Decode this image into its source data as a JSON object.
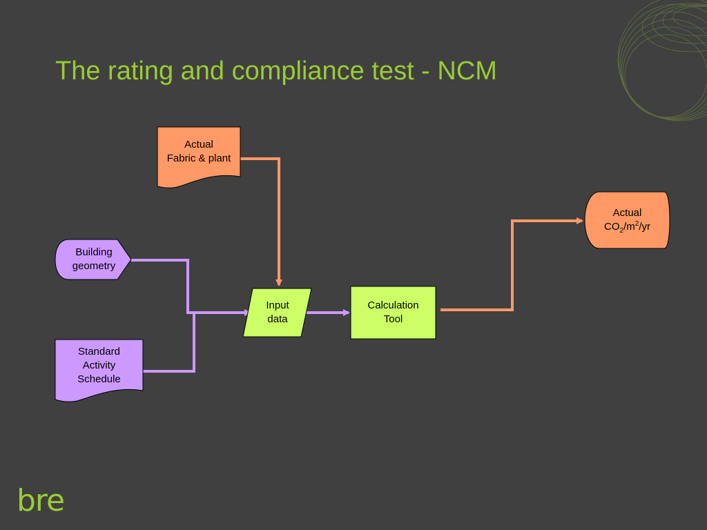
{
  "title": "The rating and compliance test - NCM",
  "logo_text": "bre",
  "colors": {
    "background": "#404040",
    "title": "#99cc33",
    "orange_fill": "#ff9966",
    "orange_line": "#ff9966",
    "purple_fill": "#cc99ff",
    "purple_line": "#cc99ff",
    "green_fill": "#ccff66"
  },
  "nodes": {
    "fabric": {
      "line1": "Actual",
      "line2": "Fabric & plant"
    },
    "geometry": {
      "line1": "Building",
      "line2": "geometry"
    },
    "schedule": {
      "line1": "Standard",
      "line2": "Activity",
      "line3": "Schedule"
    },
    "input": {
      "line1": "Input",
      "line2": "data"
    },
    "calc": {
      "line1": "Calculation",
      "line2": "Tool"
    },
    "output": {
      "line1": "Actual",
      "co": "CO",
      "sub": "2",
      "m": "/m",
      "sup": "2",
      "yr": "/yr"
    }
  }
}
